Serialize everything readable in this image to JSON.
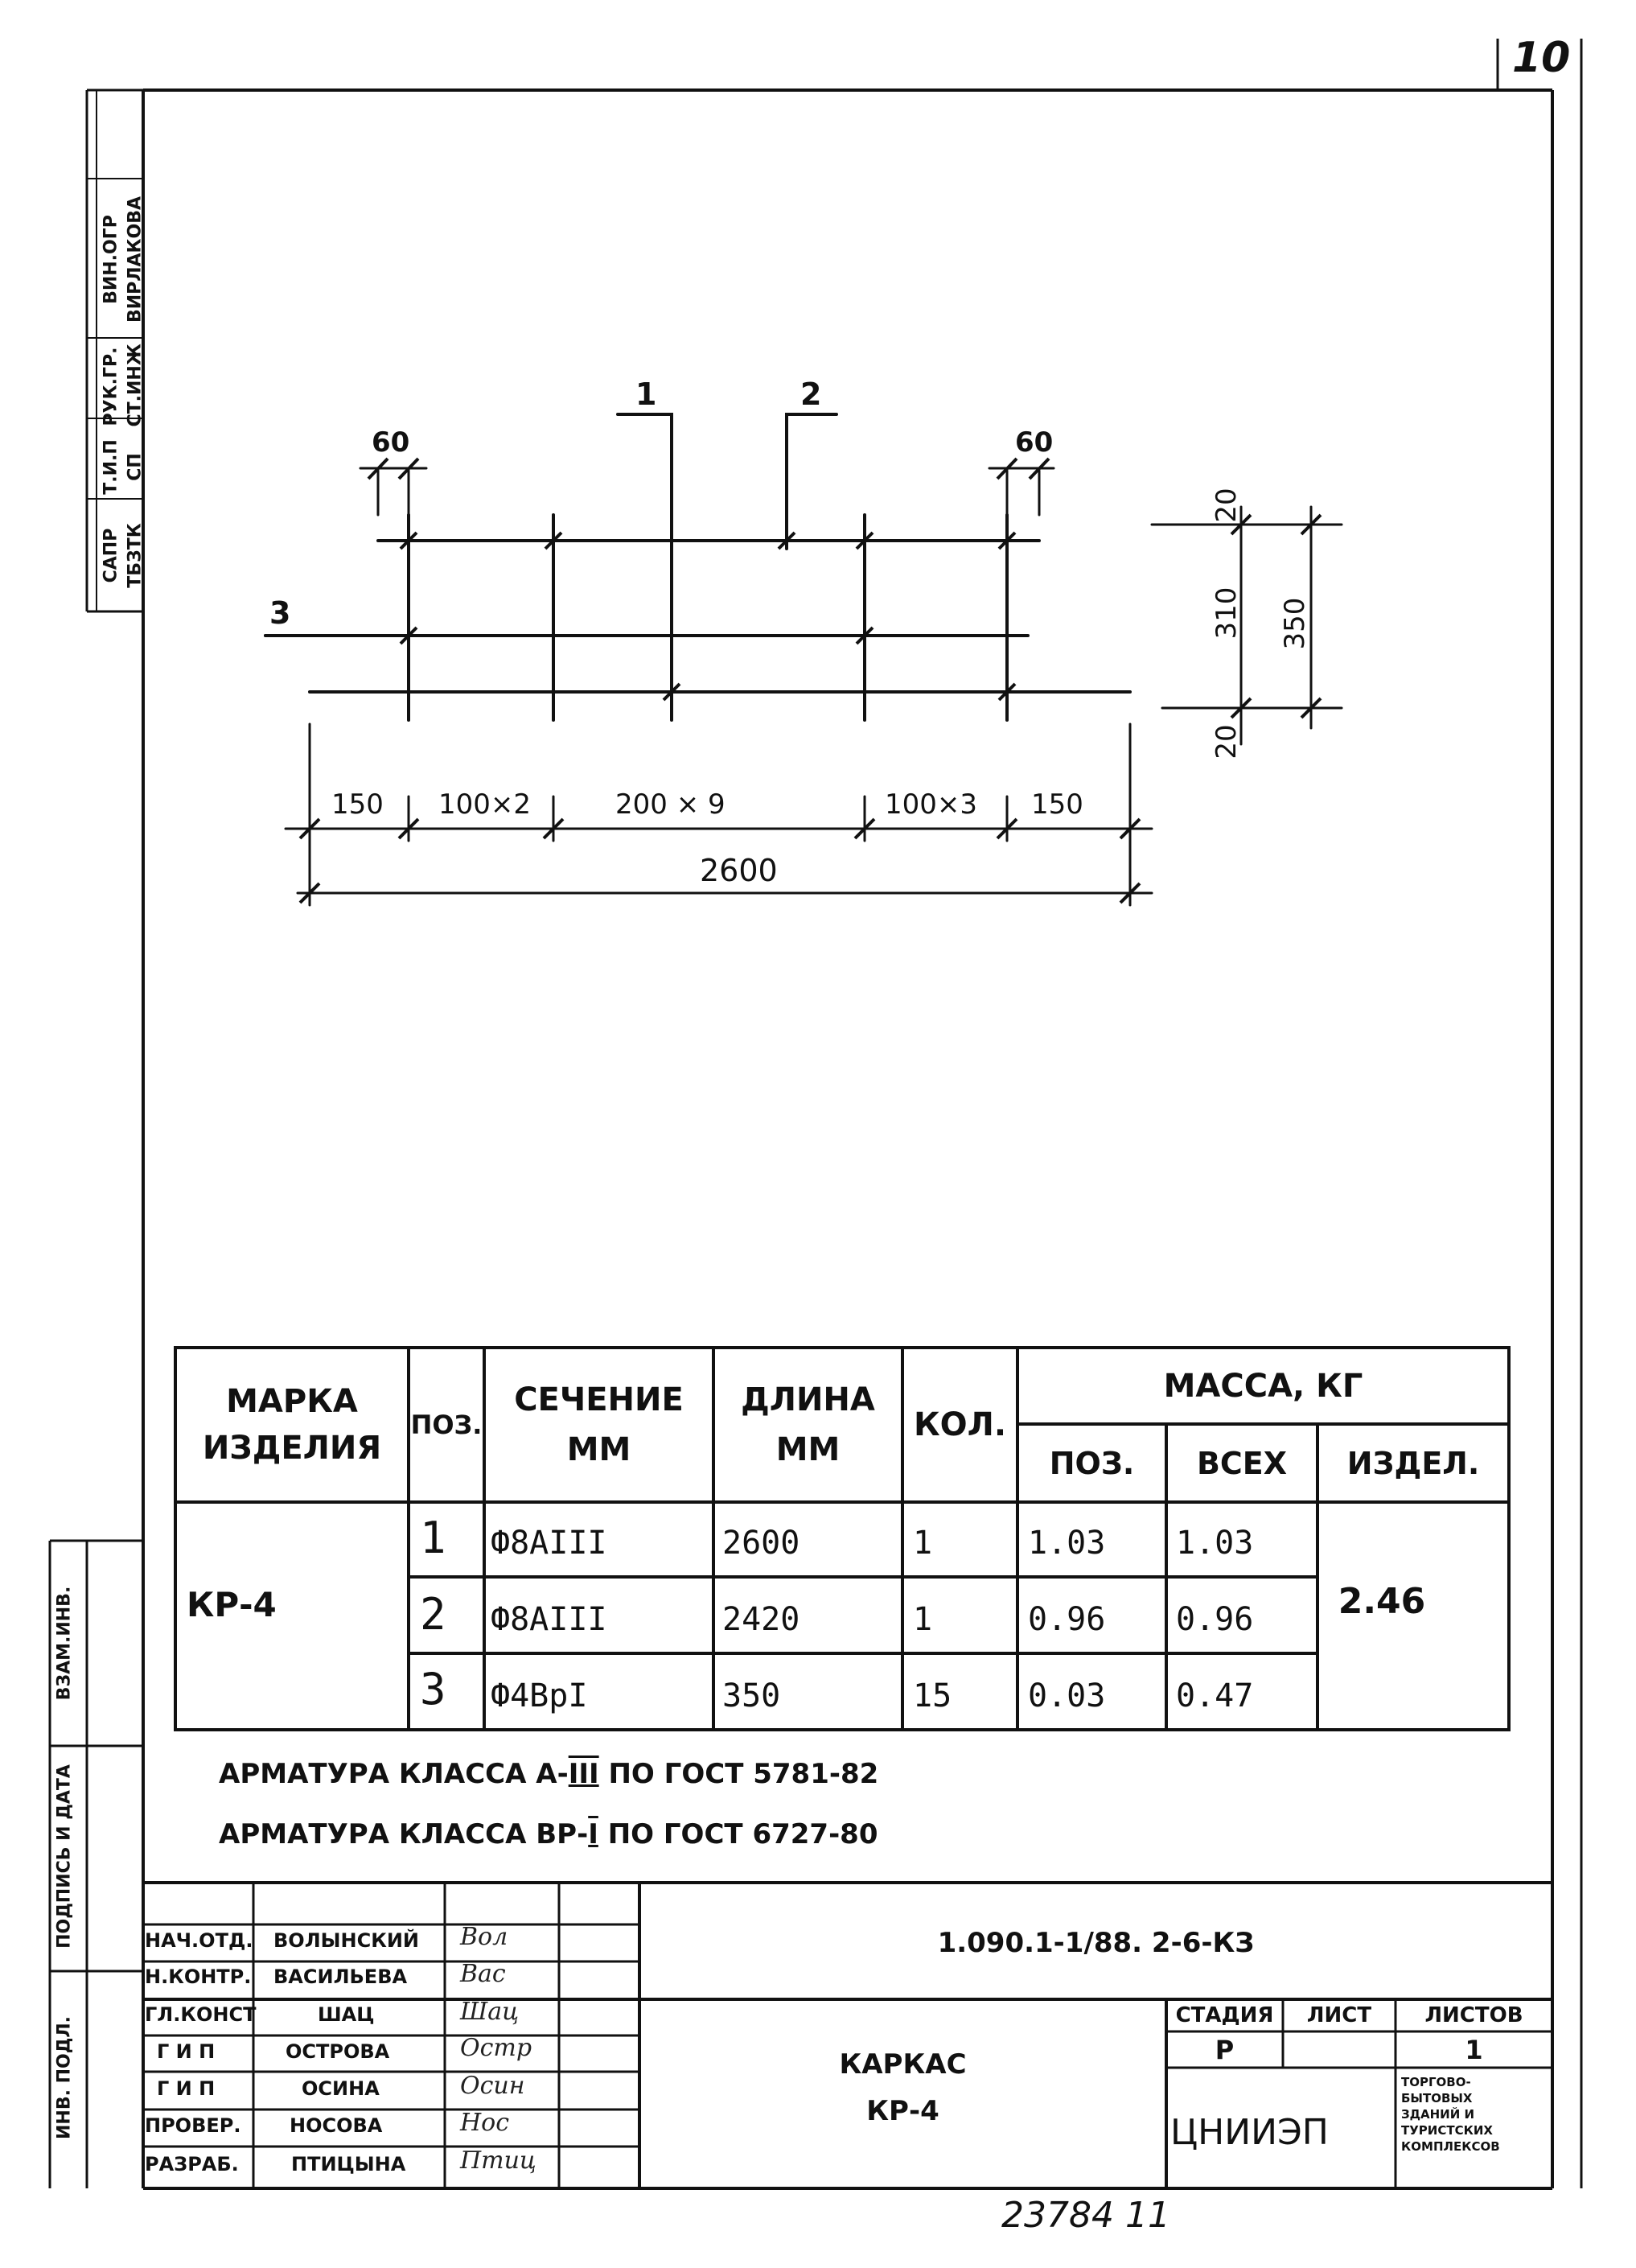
{
  "page": {
    "sheet_number": "10"
  },
  "side_stamp_top": {
    "row1": [
      "ВИН.ОГР",
      "ВИРЛАКОВА"
    ],
    "row2": [
      "РУК.ГР.",
      "СТ.ИНЖ"
    ],
    "row3": [
      "Т.И.П",
      "СП"
    ],
    "row4": [
      "САПР",
      "ТБЗТК"
    ]
  },
  "side_stamp_bottom": {
    "labels": [
      "ВЗАМ.ИНВ.",
      "ПОДПИСЬ И ДАТА",
      "ИНВ. ПОДЛ."
    ]
  },
  "drawing": {
    "pos_labels": [
      "1",
      "2",
      "3"
    ],
    "dim_top_left": "60",
    "dim_top_right": "60",
    "dims_horizontal": [
      "150",
      "100×2",
      "200 × 9",
      "100×3",
      "150"
    ],
    "dim_total": "2600",
    "dims_vertical": [
      "20",
      "310",
      "20"
    ],
    "dim_vertical_total": "350"
  },
  "table": {
    "headers": {
      "mark": [
        "МАРКА",
        "ИЗДЕЛИЯ"
      ],
      "pos": "ПОЗ.",
      "section": [
        "СЕЧЕНИЕ",
        "ММ"
      ],
      "length": [
        "ДЛИНА",
        "ММ"
      ],
      "qty": "КОЛ.",
      "mass": "МАССА, КГ",
      "mass_pos": "ПОЗ.",
      "mass_all": "ВСЕХ",
      "mass_item": "ИЗДЕЛ."
    },
    "mark": "КР-4",
    "item_mass": "2.46",
    "rows": [
      {
        "pos": "1",
        "section": "Ф8АIII",
        "length": "2600",
        "qty": "1",
        "mass_pos": "1.03",
        "mass_all": "1.03"
      },
      {
        "pos": "2",
        "section": "Ф8АIII",
        "length": "2420",
        "qty": "1",
        "mass_pos": "0.96",
        "mass_all": "0.96"
      },
      {
        "pos": "3",
        "section": "Ф4ВрI",
        "length": "350",
        "qty": "15",
        "mass_pos": "0.03",
        "mass_all": "0.47"
      }
    ]
  },
  "notes": [
    {
      "prefix": "АРМАТУРА КЛАССА А-",
      "cls": "III",
      "suffix": " ПО ГОСТ 5781-82"
    },
    {
      "prefix": "АРМАТУРА КЛАССА ВР-",
      "cls": "I",
      "suffix": " ПО ГОСТ 6727-80"
    }
  ],
  "title_block": {
    "doc_code": "1.090.1-1/88. 2-6-КЗ",
    "staff": [
      {
        "role": "НАЧ.ОТД.",
        "name": "ВОЛЫНСКИЙ",
        "sig": "Вол"
      },
      {
        "role": "Н.КОНТР.",
        "name": "ВАСИЛЬЕВА",
        "sig": "Вас"
      },
      {
        "role": "ГЛ.КОНСТ",
        "name": "ШАЦ",
        "sig": "Шац"
      },
      {
        "role": "Г И П",
        "name": "ОСТРОВА",
        "sig": "Остр"
      },
      {
        "role": "Г И П",
        "name": "ОСИНА",
        "sig": "Осин"
      },
      {
        "role": "ПРОВЕР.",
        "name": "НОСОВА",
        "sig": "Нос"
      },
      {
        "role": "РАЗРАБ.",
        "name": "ПТИЦЫНА",
        "sig": "Птиц"
      }
    ],
    "title": [
      "КАРКАС",
      "КР-4"
    ],
    "stage_label": "СТАДИЯ",
    "sheet_label": "ЛИСТ",
    "sheets_label": "ЛИСТОВ",
    "stage": "Р",
    "sheet": "",
    "sheets": "1",
    "org": "ЦНИИЭП",
    "org_sub": [
      "ТОРГОВО-",
      "БЫТОВЫХ",
      "ЗДАНИЙ И",
      "ТУРИСТСКИХ",
      "КОМПЛЕКСОВ"
    ]
  },
  "footer_number": "23784 11"
}
